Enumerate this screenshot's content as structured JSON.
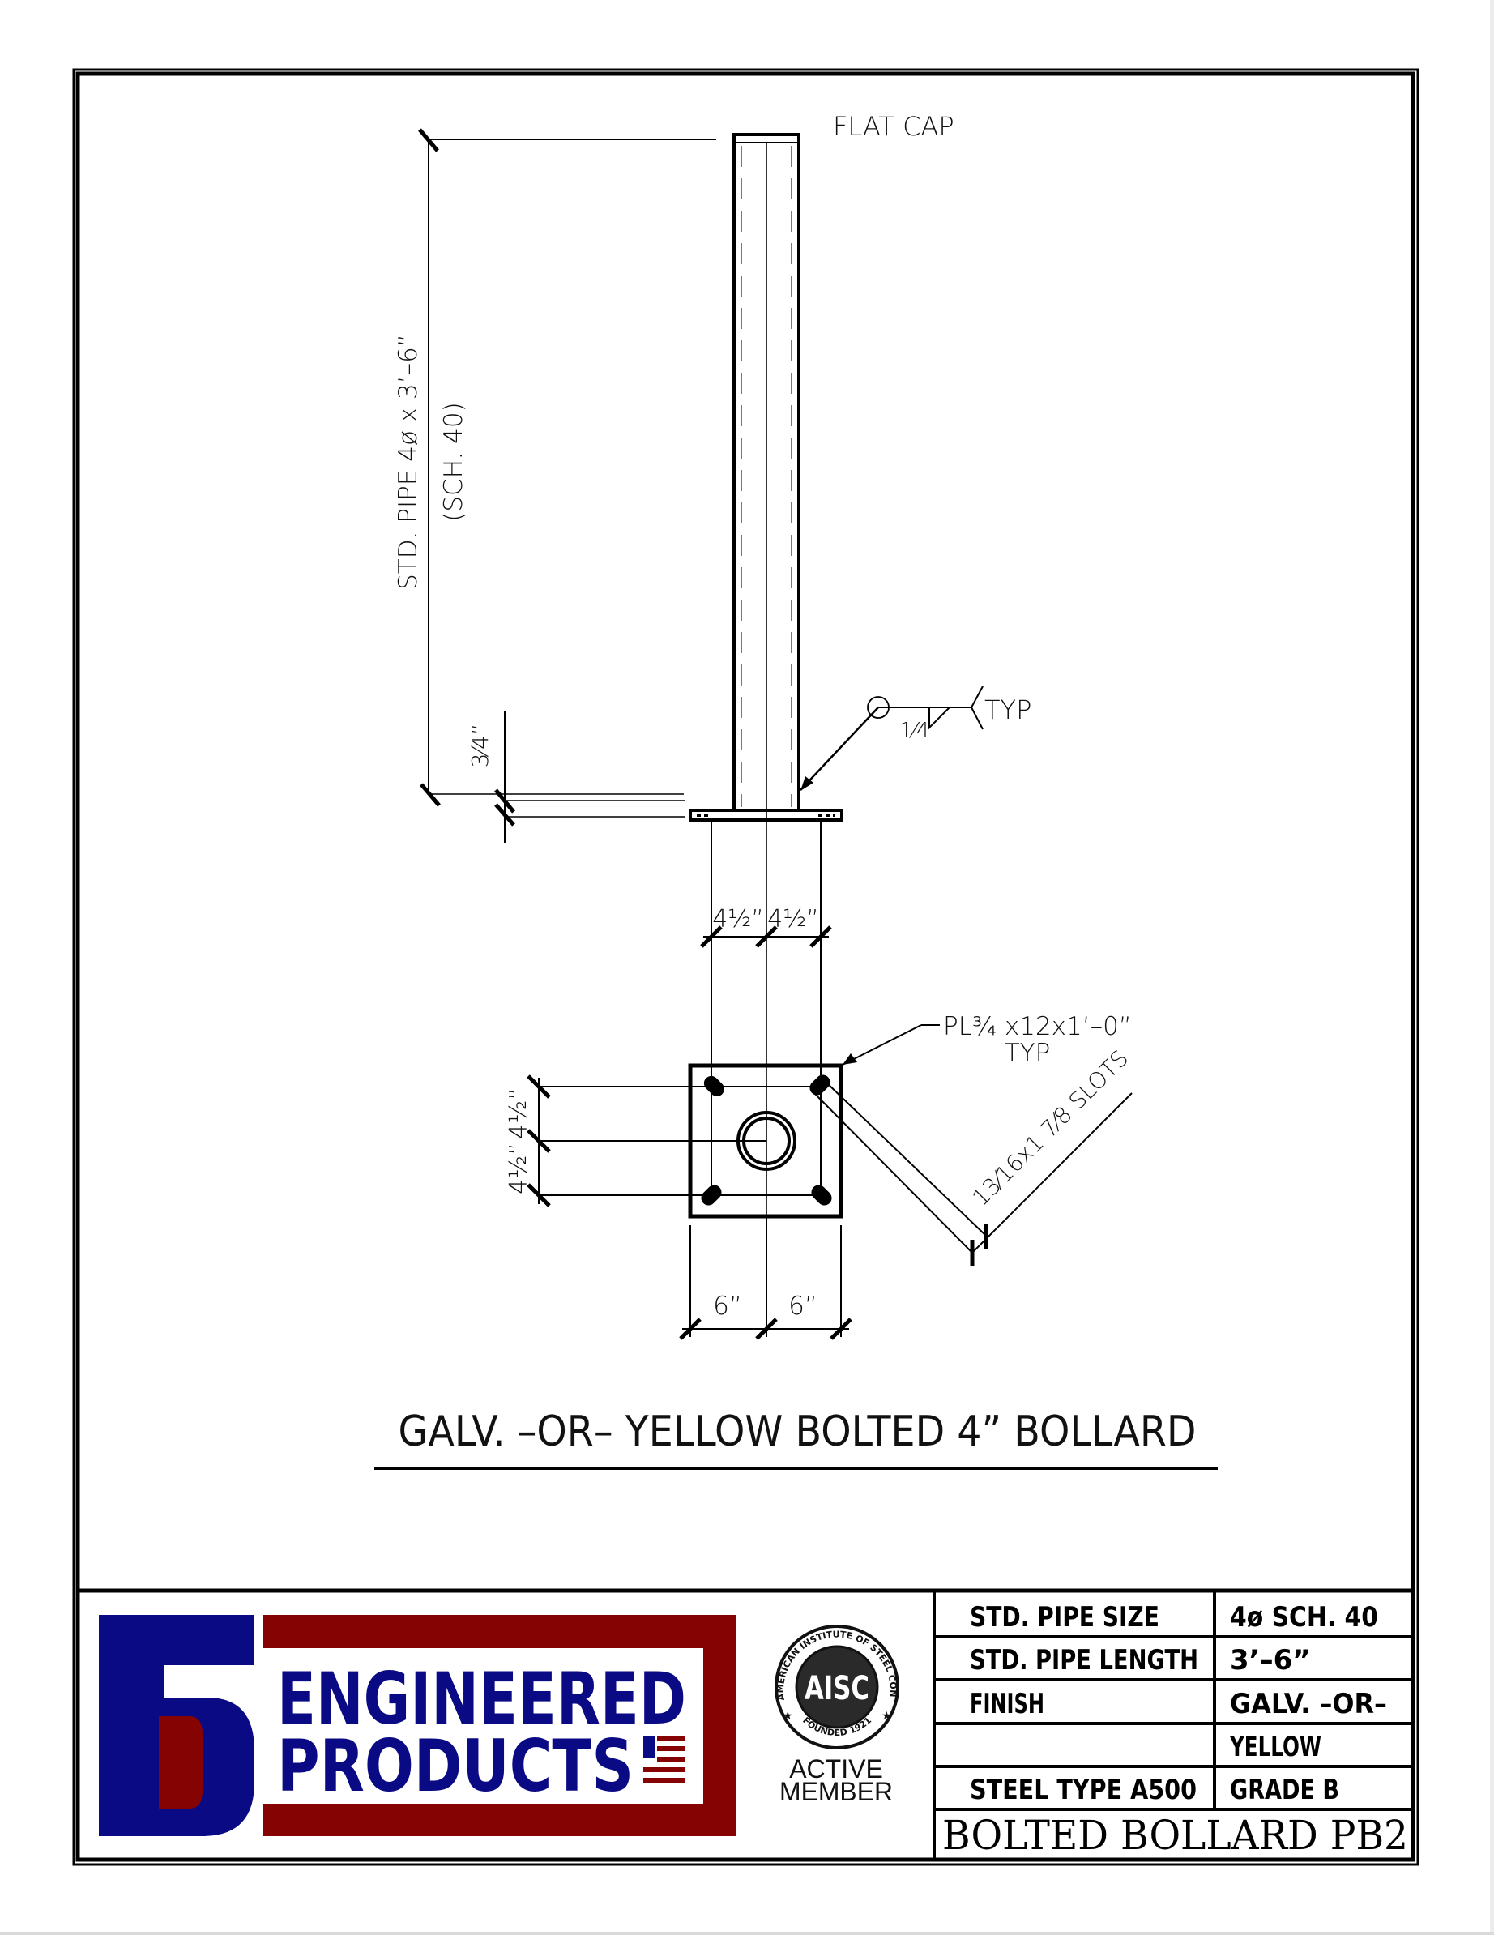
{
  "drawing": {
    "cap_label": "FLAT CAP",
    "pipe_label_line1": "STD. PIPE 4ø x 3’–6”",
    "pipe_label_line2": "(SCH. 40)",
    "plate_thickness_dim": "3⁄4”",
    "weld_size": "1⁄4",
    "weld_note": "TYP",
    "top_dims": [
      "4½”",
      "4½”"
    ],
    "plate_callout_line1": "PL¾ x12x1’–0”",
    "plate_callout_line2": "TYP",
    "side_dims": [
      "4½”",
      "4½”"
    ],
    "slot_callout": "13⁄16x1 7⁄8 SLOTS",
    "bottom_dims": [
      "6”",
      "6”"
    ],
    "title": "GALV. –OR– YELLOW BOLTED 4” BOLLARD"
  },
  "logo": {
    "mark": "5D",
    "line1": "ENGINEERED",
    "line2": "PRODUCTS",
    "colors": {
      "blue": "#0a0a84",
      "red": "#850303"
    }
  },
  "seal": {
    "ring_text": "AMERICAN INSTITUTE OF STEEL CONSTRUCTION INC",
    "monogram": "AISC",
    "founded": "FOUNDED 1921",
    "status_line1": "ACTIVE",
    "status_line2": "MEMBER"
  },
  "spec_table": {
    "rows": [
      {
        "label": "STD. PIPE SIZE",
        "value": "4ø SCH. 40"
      },
      {
        "label": "STD. PIPE LENGTH",
        "value": "3’–6”"
      },
      {
        "label": "FINISH",
        "value": "GALV. –OR–"
      },
      {
        "label": "",
        "value": "YELLOW"
      },
      {
        "label": "STEEL TYPE A500",
        "value": "GRADE B"
      }
    ],
    "drawing_title": "BOLTED BOLLARD PB2"
  }
}
